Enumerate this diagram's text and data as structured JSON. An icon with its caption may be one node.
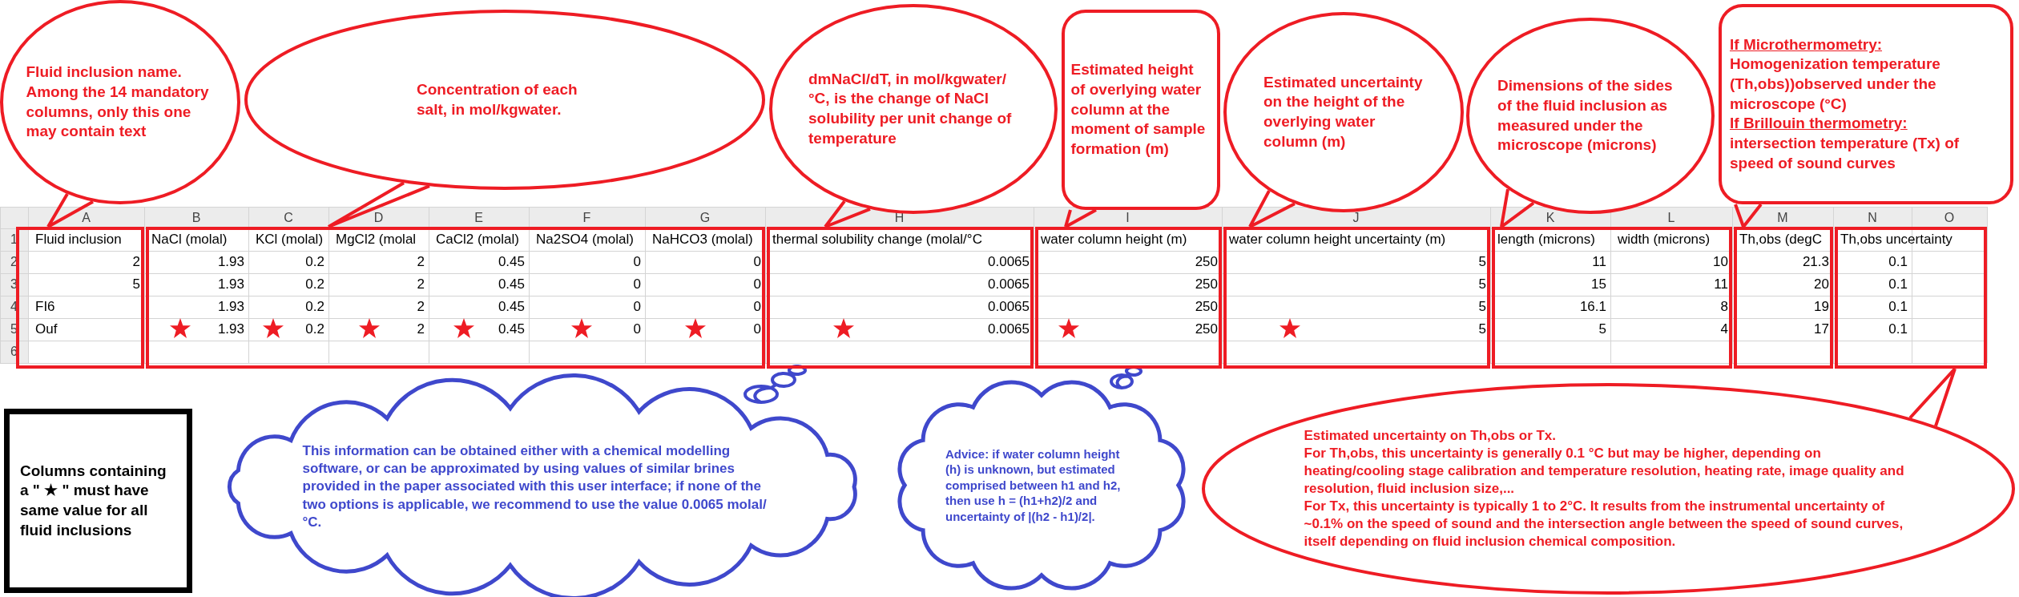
{
  "diagram": {
    "nodes": [
      {
        "text": [
          "Fluid inclusion name. Among the 14 mandatory columns, only this one may contain text"
        ]
      },
      {
        "text": [
          "Concentration of each salt, in mol/kgwater."
        ]
      },
      {
        "text": [
          "dmNaCl/dT, in mol/kgwater/°C, is the change of NaCl solubility per unit change of temperature"
        ]
      },
      {
        "text": [
          "Estimated height of overlying water column at the moment of sample formation (m)"
        ]
      },
      {
        "text": [
          "Estimated uncertainty on the height of the overlying water column (m)"
        ]
      },
      {
        "text": [
          "Dimensions of the sides of the fluid inclusion as measured under the microscope (microns)"
        ]
      },
      {
        "text": [
          "If Microthermometry:",
          "Homogenization temperature (Th,obs))observed under the microscope (°C)",
          "If Brillouin thermometry:",
          "intersection temperature (Tx) of speed of sound curves"
        ]
      },
      {
        "text": [],
        "shape": "box"
      },
      {
        "text": [],
        "shape": "box"
      },
      {
        "text": [],
        "shape": "box"
      },
      {
        "text": [],
        "shape": "box"
      },
      {
        "text": [],
        "shape": "box"
      },
      {
        "text": [],
        "shape": "box"
      },
      {
        "text": [],
        "shape": "box"
      },
      {
        "text": [],
        "shape": "box"
      },
      {
        "text": [
          "Columns containing a \" ★ \" must have same value for all fluid inclusions"
        ]
      },
      {
        "text": [
          "This information can be obtained either with a chemical modelling software, or can be approximated by using values of similar brines provided in the paper associated with this user interface; if none of the two options is applicable, we recommend to use the value 0.0065 molal/°C."
        ]
      },
      {
        "text": [
          "Advice: if water column height (h) is unknown, but estimated comprised between h1 and h2, then use h = (h1+h2)/2 and uncertainty of |(h2 - h1)/2|."
        ]
      },
      {
        "text": [
          "Estimated uncertainty on Th,obs or Tx.",
          "For Th,obs, this uncertainty is generally 0.1 °C but may be higher, depending on heating/cooling stage calibration and temperature resolution, heating rate, image quality and resolution, fluid inclusion size,...",
          "For Tx, this uncertainty is typically 1 to 2°C. It results from the instrumental uncertainty of ~0.1% on the speed of sound and the intersection angle between the speed of sound curves, itself depending on fluid inclusion chemical composition."
        ]
      }
    ],
    "edges": [
      {
        "from": 0,
        "to": 7,
        "arrow": "none"
      },
      {
        "from": 1,
        "to": 8,
        "arrow": "none"
      },
      {
        "from": 2,
        "to": 9,
        "arrow": "none"
      },
      {
        "from": 3,
        "to": 10,
        "arrow": "none"
      },
      {
        "from": 4,
        "to": 11,
        "arrow": "none"
      },
      {
        "from": 5,
        "to": 12,
        "arrow": "none"
      },
      {
        "from": 6,
        "to": 13,
        "arrow": "none"
      },
      {
        "from": 16,
        "to": 9,
        "arrow": "none",
        "color": "#3f48cc"
      },
      {
        "from": 17,
        "to": 10,
        "arrow": "none",
        "color": "#3f48cc"
      },
      {
        "from": 18,
        "to": 14,
        "arrow": "none"
      }
    ],
    "labels": [
      "A",
      "B",
      "C",
      "D",
      "E",
      "F",
      "G",
      "H",
      "I",
      "J",
      "K",
      "L",
      "M",
      "N",
      "O",
      "1",
      "Fluid inclusion",
      "NaCl (molal)",
      "KCl (molal)",
      "MgCl2 (molal",
      "CaCl2 (molal)",
      "Na2SO4 (molal)",
      "NaHCO3 (molal)",
      "thermal solubility change (molal/°C",
      "water column height (m)",
      "water column height uncertainty (m)",
      "length (microns)",
      "width (microns)",
      "Th,obs (degC",
      "Th,obs uncertainty",
      "2",
      "2",
      "1.93",
      "0.2",
      "2",
      "0.45",
      "0",
      "0",
      "0.0065",
      "250",
      "5",
      "11",
      "10",
      "21.3",
      "0.1",
      "3",
      "5",
      "1.93",
      "0.2",
      "2",
      "0.45",
      "0",
      "0",
      "0.0065",
      "250",
      "5",
      "15",
      "11",
      "20",
      "0.1",
      "4",
      "FI6",
      "1.93",
      "0.2",
      "2",
      "0.45",
      "0",
      "0",
      "0.0065",
      "250",
      "5",
      "16.1",
      "8",
      "19",
      "0.1",
      "5",
      "Ouf",
      "1.93",
      "0.2",
      "2",
      "0.45",
      "0",
      "0",
      "0.0065",
      "250",
      "5",
      "5",
      "4",
      "17",
      "0.1",
      "6"
    ]
  }
}
